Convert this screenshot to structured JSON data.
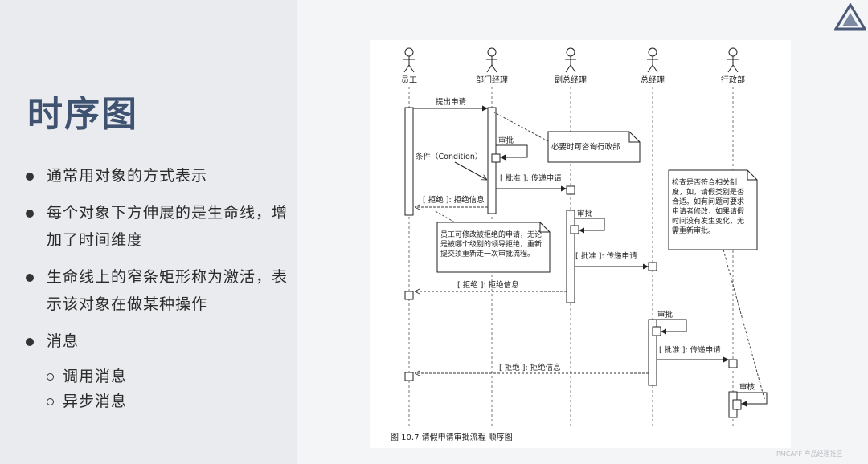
{
  "slide": {
    "title": "时序图",
    "bullets": [
      {
        "text": "通常用对象的方式表示"
      },
      {
        "text": "每个对象下方伸展的是生命线，增加了时间维度"
      },
      {
        "text": "生命线上的窄条矩形称为激活，表示该对象在做某种操作"
      },
      {
        "text": "消息",
        "subitems": [
          "调用消息",
          "异步消息"
        ]
      }
    ]
  },
  "diagram": {
    "actors": [
      "员工",
      "部门经理",
      "副总经理",
      "总经理",
      "行政部"
    ],
    "messages": {
      "submit": "提出申请",
      "review1": "审批",
      "condition": "条件（Condition）",
      "approve1": "[ 批准 ]: 传递申请",
      "reject1": "[ 拒绝 ]: 拒绝信息",
      "review2": "审批",
      "approve2": "[ 批准 ]: 传递申请",
      "reject2": "[ 拒绝 ]: 拒绝信息",
      "review3": "审批",
      "approve3": "[ 批准 ]: 传递申请",
      "reject3": "[ 拒绝 ]: 拒绝信息",
      "review4": "审核"
    },
    "notes": {
      "note1": [
        "必要时可咨询行政部"
      ],
      "note2": [
        "员工可修改被拒绝的申请，无论",
        "是被哪个级别的领导拒绝，重新",
        "提交须重新走一次审批流程。"
      ],
      "note3": [
        "检查是否符合相关制",
        "度，如，请假类别是否",
        "合适。如有问题可要求",
        "申请者修改，如果请假",
        "时间没有发生变化，无",
        "需重新审批。"
      ]
    },
    "caption": "图 10.7    请假申请审批流程  顺序图"
  },
  "watermark": "PMCAFF 产品经理社区",
  "colors": {
    "title": "#3f5371",
    "panel": "#e9ebef",
    "logo": "#4a5a78"
  }
}
